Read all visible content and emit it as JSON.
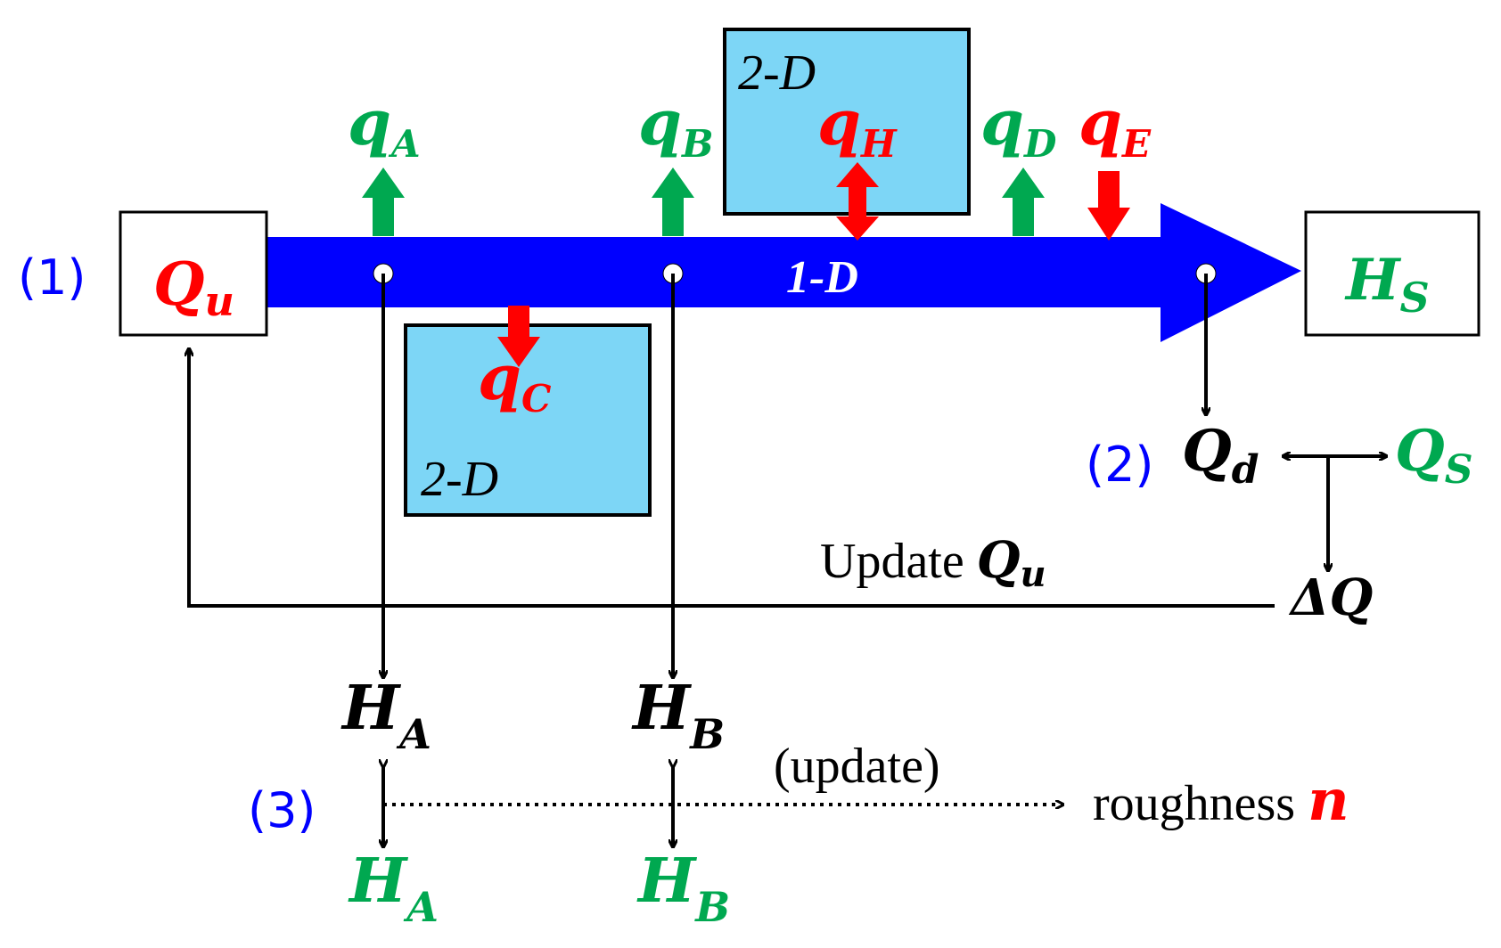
{
  "colors": {
    "red": "#ff0000",
    "green": "#00a850",
    "blue_arrow": "#0000ff",
    "blue_text": "#0000ff",
    "box_fill": "#7dd6f6",
    "black": "#000000"
  },
  "labels": {
    "step1": "(1)",
    "step2": "(2)",
    "step3": "(3)",
    "Qu_main": "Q",
    "Qu_sub": "u",
    "Hs_main": "H",
    "Hs_sub": "S",
    "qA_main": "q",
    "qA_sub": "A",
    "qB_main": "q",
    "qB_sub": "B",
    "qH_main": "q",
    "qH_sub": "H",
    "qD_main": "q",
    "qD_sub": "D",
    "qE_main": "q",
    "qE_sub": "E",
    "qC_main": "q",
    "qC_sub": "C",
    "box_top": "2-D",
    "box_bottom": "2-D",
    "one_d": "1-D",
    "Qd_main": "Q",
    "Qd_sub": "d",
    "Qs_main": "Q",
    "Qs_sub": "S",
    "deltaQ": "ΔQ",
    "update_text": "Update ",
    "update_Q_main": "Q",
    "update_Q_sub": "u",
    "HA_calc_main": "H",
    "HA_calc_sub": "A",
    "HB_calc_main": "H",
    "HB_calc_sub": "B",
    "HA_obs_main": "H",
    "HA_obs_sub": "A",
    "HB_obs_main": "H",
    "HB_obs_sub": "B",
    "update_paren": "(update)",
    "roughness": "roughness ",
    "n": "n"
  }
}
